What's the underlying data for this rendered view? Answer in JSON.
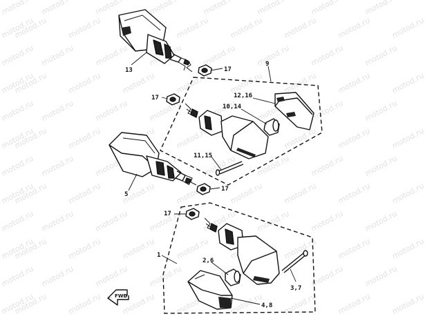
{
  "watermark": {
    "text": "motod.ru"
  },
  "forward_marker": {
    "text": "FWD"
  },
  "callouts": {
    "c13": "13",
    "c17a": "17",
    "c9": "9",
    "c17b": "17",
    "c12_16": "12,16",
    "c10_14": "10,14",
    "c11_15": "11,15",
    "c5": "5",
    "c17c": "17",
    "c17d": "17",
    "c1": "1",
    "c2_6": "2,6",
    "c3_7": "3,7",
    "c4_8": "4,8"
  }
}
